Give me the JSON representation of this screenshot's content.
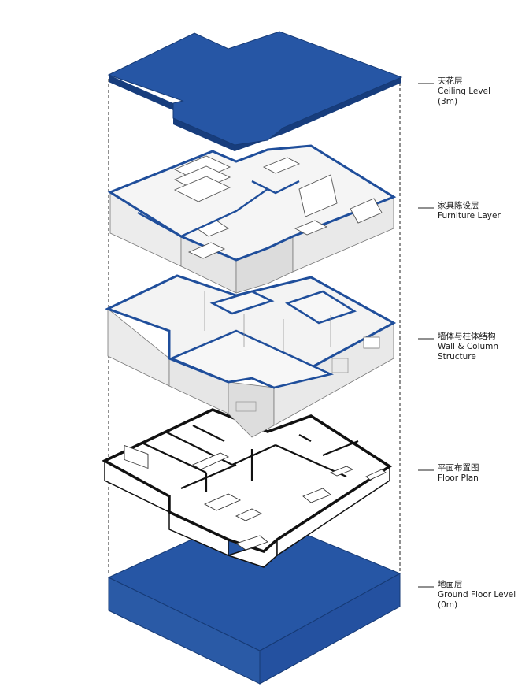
{
  "colors": {
    "slab_top": "#1f4e9b",
    "slab_side": "#2f5ea8",
    "wall_accent": "#1f4e9b",
    "wall_face": "#ececec",
    "wall_top": "#f6f6f6",
    "floor_line": "#111111",
    "guide_line": "#222222"
  },
  "layers": [
    {
      "id": "ceiling",
      "zh": "天花层",
      "en": [
        "Ceiling Level",
        "(3m)"
      ]
    },
    {
      "id": "furniture",
      "zh": "家具陈设层",
      "en": [
        "Furniture Layer"
      ]
    },
    {
      "id": "walls",
      "zh": "墙体与柱体结构",
      "en": [
        "Wall & Column",
        "Structure"
      ]
    },
    {
      "id": "floorplan",
      "zh": "平面布置图",
      "en": [
        "Floor Plan"
      ]
    },
    {
      "id": "ground",
      "zh": "地面层",
      "en": [
        "Ground Floor Level",
        "(0m)"
      ]
    }
  ],
  "icons": [
    "ceiling-slab",
    "furniture-model",
    "wall-structure",
    "floor-plan-drawing",
    "ground-slab"
  ]
}
